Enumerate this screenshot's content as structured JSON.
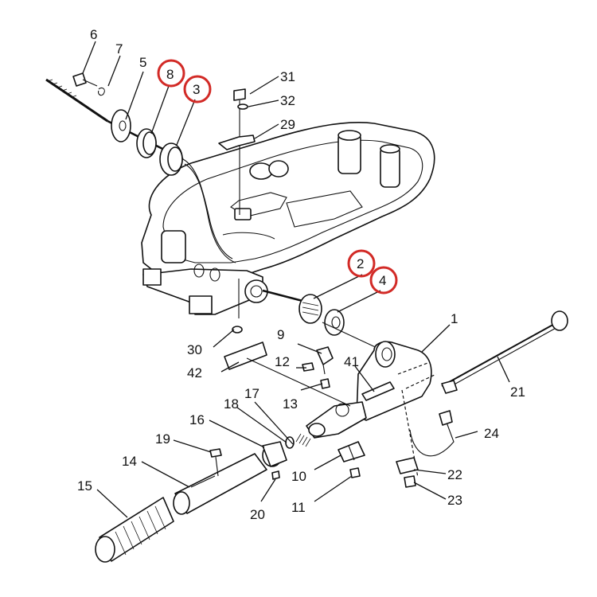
{
  "diagram": {
    "parts": [
      {
        "id": "p1",
        "label": "1"
      },
      {
        "id": "p2",
        "label": "2",
        "highlight": true
      },
      {
        "id": "p3",
        "label": "3",
        "highlight": true
      },
      {
        "id": "p4",
        "label": "4",
        "highlight": true
      },
      {
        "id": "p5",
        "label": "5"
      },
      {
        "id": "p6",
        "label": "6"
      },
      {
        "id": "p7",
        "label": "7"
      },
      {
        "id": "p8",
        "label": "8",
        "highlight": true
      },
      {
        "id": "p9",
        "label": "9"
      },
      {
        "id": "p10",
        "label": "10"
      },
      {
        "id": "p11",
        "label": "11"
      },
      {
        "id": "p12",
        "label": "12"
      },
      {
        "id": "p13",
        "label": "13"
      },
      {
        "id": "p14",
        "label": "14"
      },
      {
        "id": "p15",
        "label": "15"
      },
      {
        "id": "p16",
        "label": "16"
      },
      {
        "id": "p17",
        "label": "17"
      },
      {
        "id": "p18",
        "label": "18"
      },
      {
        "id": "p19",
        "label": "19"
      },
      {
        "id": "p20",
        "label": "20"
      },
      {
        "id": "p21",
        "label": "21"
      },
      {
        "id": "p22",
        "label": "22"
      },
      {
        "id": "p23",
        "label": "23"
      },
      {
        "id": "p24",
        "label": "24"
      },
      {
        "id": "p29",
        "label": "29"
      },
      {
        "id": "p30",
        "label": "30"
      },
      {
        "id": "p31",
        "label": "31"
      },
      {
        "id": "p32",
        "label": "32"
      },
      {
        "id": "p41",
        "label": "41"
      },
      {
        "id": "p42",
        "label": "42"
      }
    ],
    "highlight_color": "#d22a26",
    "line_color": "#111111"
  }
}
